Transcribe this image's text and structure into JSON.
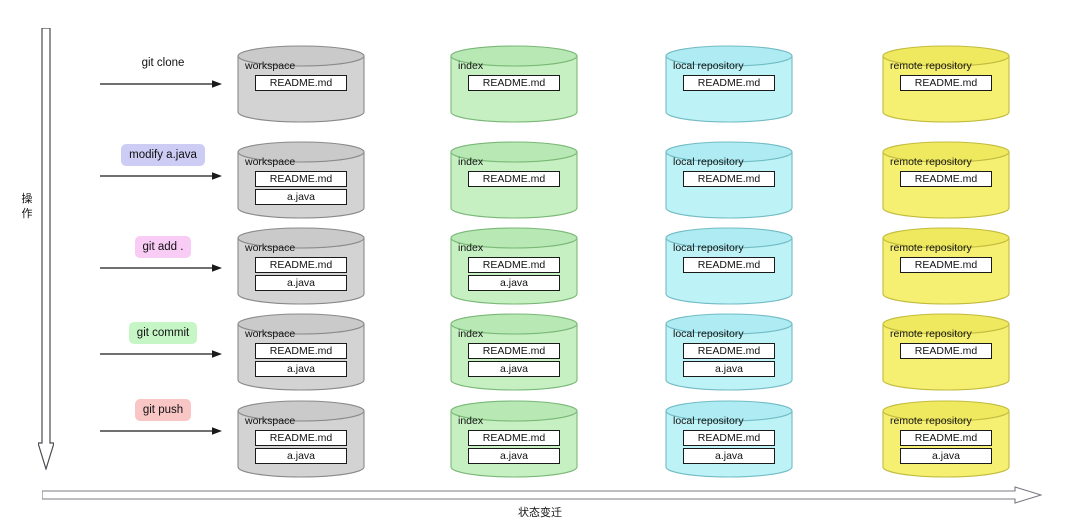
{
  "diagram": {
    "title_vertical_axis": "操作",
    "title_horizontal_axis": "状态变迁",
    "columns": [
      {
        "key": "workspace",
        "label": "workspace",
        "color": "#d3d3d3",
        "stroke": "#8a8a8a",
        "top": "#cacaca"
      },
      {
        "key": "index",
        "label": "index",
        "color": "#c6f0c2",
        "stroke": "#7ab877",
        "top": "#b8e8b4"
      },
      {
        "key": "local",
        "label": "local repository",
        "color": "#bdf2f7",
        "stroke": "#72bcc4",
        "top": "#aeebf2"
      },
      {
        "key": "remote",
        "label": "remote repository",
        "color": "#f5ef72",
        "stroke": "#c2bc3e",
        "top": "#efe95f"
      }
    ],
    "files": {
      "readme": "README.md",
      "ajava": "a.java"
    },
    "rows": [
      {
        "operation": "git clone",
        "badge_color": "transparent",
        "badge_text_color": "#111111",
        "has_badge": false,
        "contents": {
          "workspace": [
            "README.md"
          ],
          "index": [
            "README.md"
          ],
          "local": [
            "README.md"
          ],
          "remote": [
            "README.md"
          ]
        }
      },
      {
        "operation": "modify a.java",
        "badge_color": "#ccccf5",
        "badge_text_color": "#111111",
        "has_badge": true,
        "contents": {
          "workspace": [
            "README.md",
            "a.java"
          ],
          "index": [
            "README.md"
          ],
          "local": [
            "README.md"
          ],
          "remote": [
            "README.md"
          ]
        }
      },
      {
        "operation": "git add .",
        "badge_color": "#f8ccf5",
        "badge_text_color": "#111111",
        "has_badge": true,
        "contents": {
          "workspace": [
            "README.md",
            "a.java"
          ],
          "index": [
            "README.md",
            "a.java"
          ],
          "local": [
            "README.md"
          ],
          "remote": [
            "README.md"
          ]
        }
      },
      {
        "operation": "git commit",
        "badge_color": "#c6f5c6",
        "badge_text_color": "#111111",
        "has_badge": true,
        "contents": {
          "workspace": [
            "README.md",
            "a.java"
          ],
          "index": [
            "README.md",
            "a.java"
          ],
          "local": [
            "README.md",
            "a.java"
          ],
          "remote": [
            "README.md"
          ]
        }
      },
      {
        "operation": "git push",
        "badge_color": "#f9c6c6",
        "badge_text_color": "#111111",
        "has_badge": true,
        "contents": {
          "workspace": [
            "README.md",
            "a.java"
          ],
          "index": [
            "README.md",
            "a.java"
          ],
          "local": [
            "README.md",
            "a.java"
          ],
          "remote": [
            "README.md",
            "a.java"
          ]
        }
      }
    ]
  }
}
